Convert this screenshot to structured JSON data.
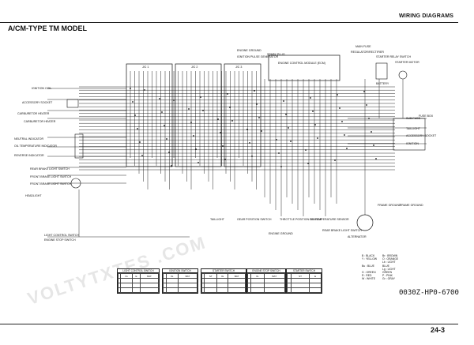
{
  "header": {
    "section": "WIRING DIAGRAMS",
    "title": "A/CM-TYPE TM MODEL",
    "page_number": "24-3",
    "code": "0030Z-HP0-6700"
  },
  "blocks": {
    "jc1": "J/C 1",
    "jc2": "J/C 2",
    "jc3": "J/C 3",
    "ecm": "ENGINE CONTROL MODULE (ECM)",
    "fuse": "FUSE BOX"
  },
  "left_labels": [
    "IGNITION COIL",
    "ACCESSORY SOCKET",
    "CARBURETOR HEATER",
    "CARBURETOR HEATER",
    "NEUTRAL INDICATOR",
    "OIL TEMPERATURE INDICATOR",
    "REVERSE INDICATOR",
    "REAR BRAKE LIGHT SWITCH",
    "FRONT BRAKE LIGHT SWITCH",
    "FRONT BRAKE LIGHT SWITCH",
    "HEADLIGHT",
    "LIGHT CONTROL SWITCH",
    "ENGINE STOP SWITCH"
  ],
  "top_labels": [
    "ENGINE GROUND",
    "SPARK PLUG",
    "IGNITION PULSE GENERATOR",
    "STARTER RELAY SWITCH",
    "STARTER MOTOR",
    "REGULATOR/RECTIFIER",
    "BATTERY",
    "MAIN FUSE"
  ],
  "bottom_labels": [
    "TAILLIGHT",
    "GEAR POSITION SWITCH",
    "ENGINE GROUND",
    "THROTTLE POSITION SENSOR",
    "OIL TEMPERATURE SENSOR",
    "REAR BRAKE LIGHT SWITCH",
    "ALTERNATOR",
    "FRAME GROUND",
    "FRAME GROUND"
  ],
  "right_labels": [
    "SUB FUSE",
    "TAILLIGHT",
    "ACCESSORY SOCKET",
    "IGNITION"
  ],
  "switch_tables": [
    {
      "title": "LIGHT CONTROL SWITCH",
      "cols": [
        "",
        "IG",
        "E",
        "BAT"
      ]
    },
    {
      "title": "IGNITION SWITCH",
      "cols": [
        "",
        "IG",
        "BAT"
      ]
    },
    {
      "title": "STARTER SWITCH",
      "cols": [
        "",
        "ST",
        "IG",
        "BAT"
      ]
    },
    {
      "title": "ENGINE STOP SWITCH",
      "cols": [
        "",
        "IG",
        "BAT"
      ]
    },
    {
      "title": "STARTER SWITCH",
      "cols": [
        "",
        "ST",
        "E"
      ]
    }
  ],
  "legend": [
    [
      "B : BLACK",
      "Br : BROWN"
    ],
    [
      "Y : YELLOW",
      "O : ORANGE"
    ],
    [
      "Bu : BLUE",
      "Lb : LIGHT BLUE"
    ],
    [
      "G : GREEN",
      "Lg : LIGHT GREEN"
    ],
    [
      "R : RED",
      "P : PINK"
    ],
    [
      "W : WHITE",
      "Gr : GRAY"
    ]
  ],
  "watermark": "VOLTYTXTES .COM",
  "colors": {
    "ink": "#111111",
    "watermark": "#e6e6e6"
  }
}
